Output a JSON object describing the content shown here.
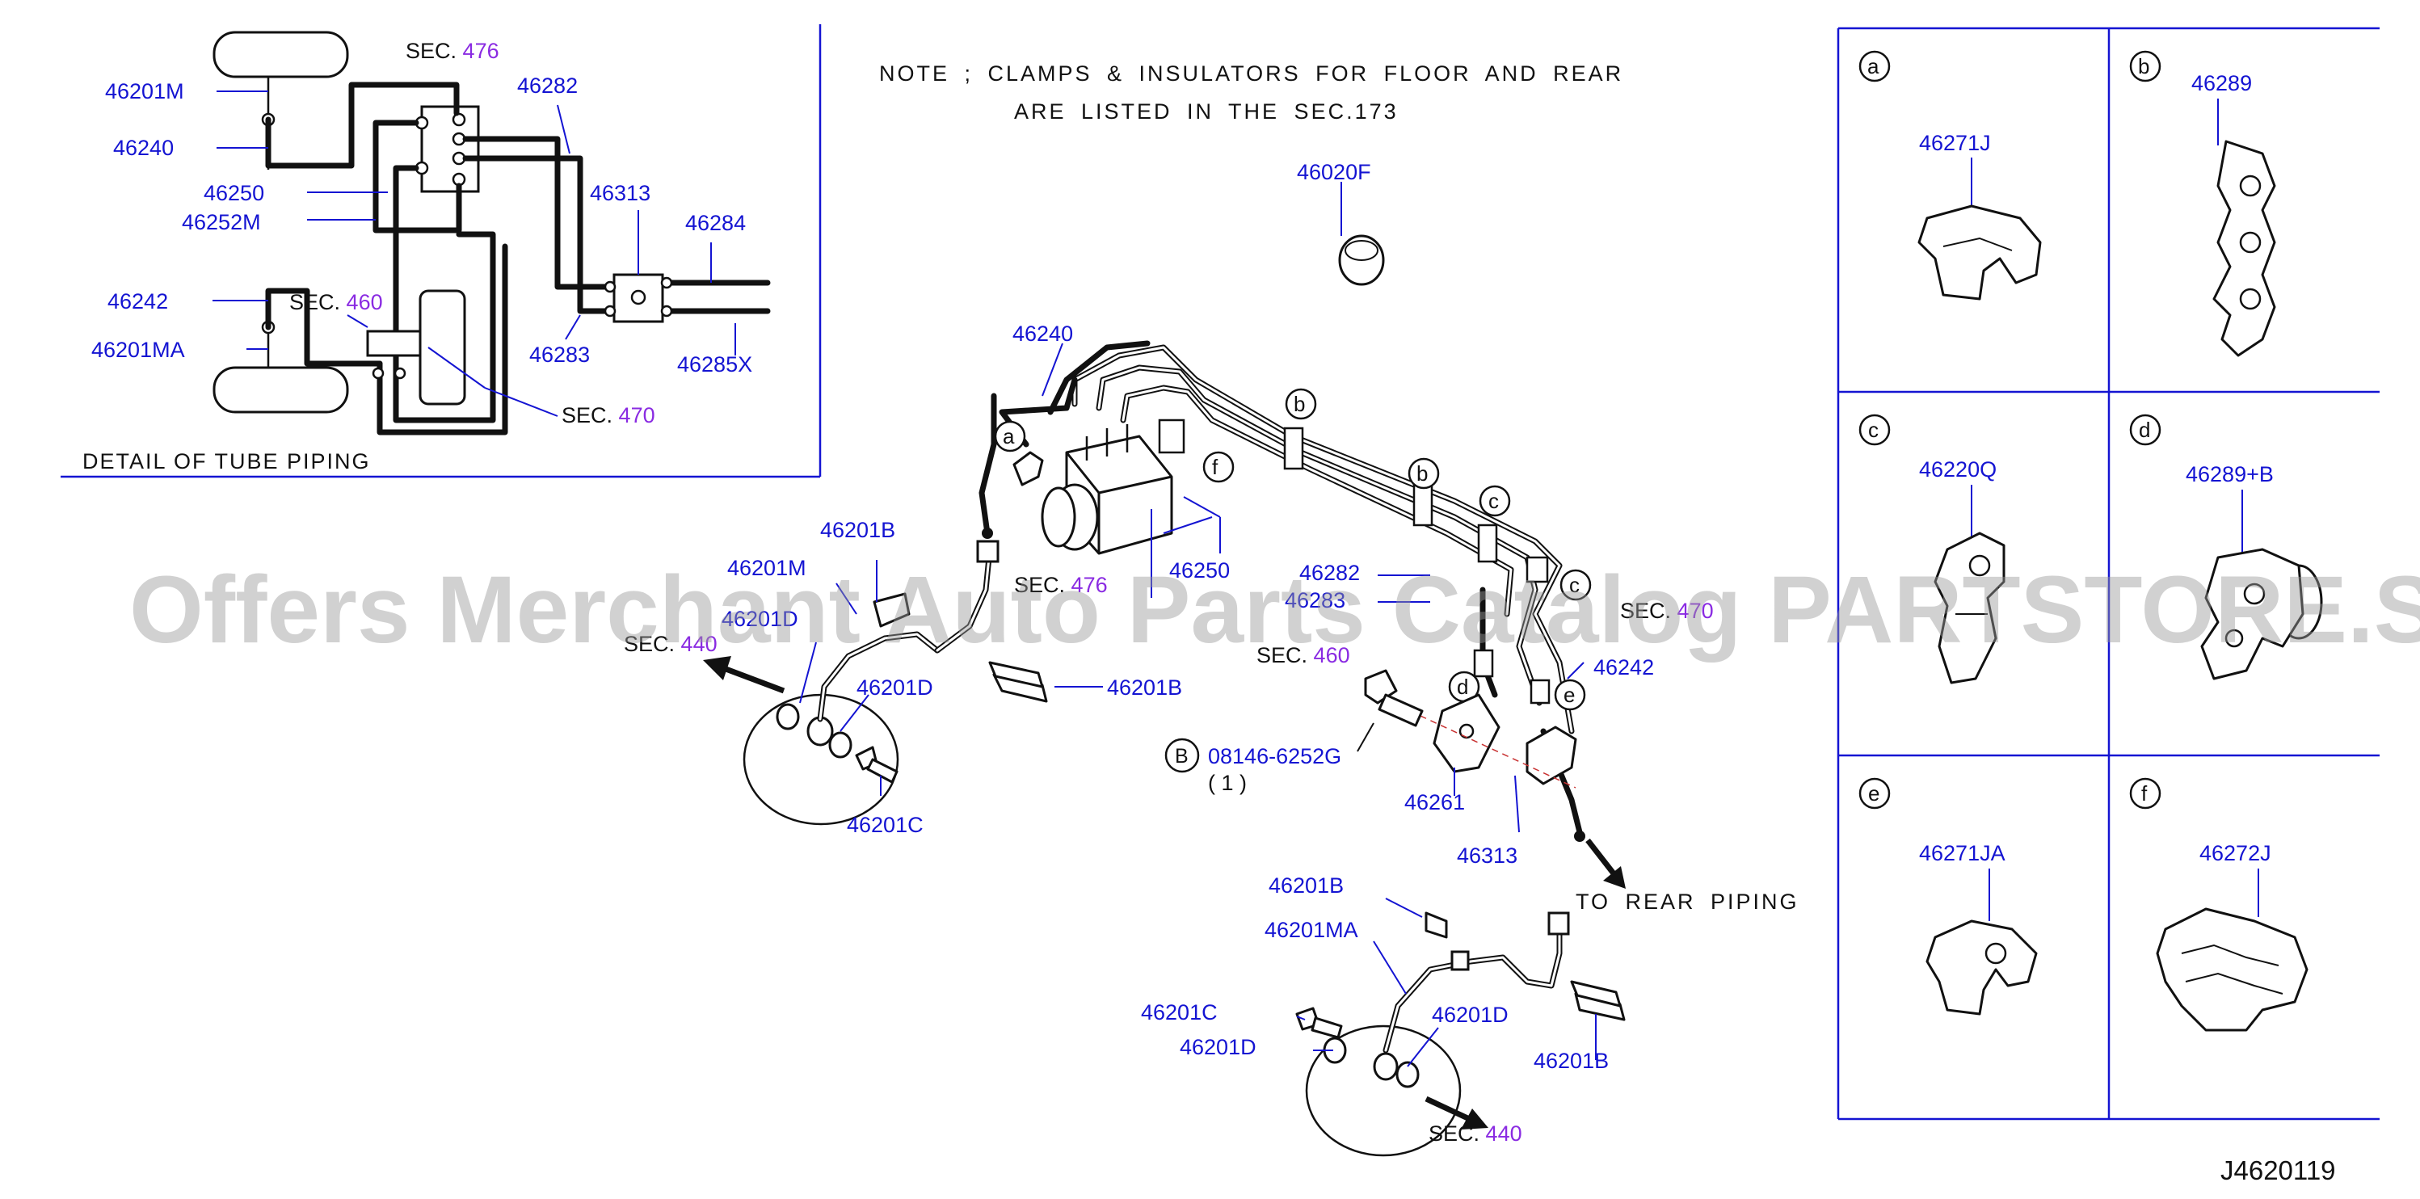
{
  "detail": {
    "caption": "DETAIL OF TUBE PIPING",
    "sec_label": "SEC.",
    "sec_476": "476",
    "sec_460": "460",
    "sec_470": "470",
    "parts": [
      "46201M",
      "46240",
      "46250",
      "46252M",
      "46242",
      "46201MA",
      "46282",
      "46313",
      "46284",
      "46283",
      "46285X"
    ]
  },
  "note": {
    "line1": "NOTE ; CLAMPS & INSULATORS FOR FLOOR AND REAR",
    "line2": "ARE LISTED IN THE SEC.173"
  },
  "main": {
    "sec_label": "SEC.",
    "sec_476": "476",
    "sec_440": "440",
    "sec_460": "460",
    "sec_470": "470",
    "bolt_circle": "B",
    "bolt_part": "08146-6252G",
    "bolt_qty": "( 1 )",
    "to_rear": "TO REAR PIPING",
    "parts": [
      "46020F",
      "46240",
      "46201B",
      "46201M",
      "46201D",
      "46201C",
      "46250",
      "46282",
      "46283",
      "46242",
      "46261",
      "46313",
      "46201B",
      "46201MA",
      "46201C",
      "46201D",
      "46201D",
      "46201B",
      "46201B",
      "46201D"
    ],
    "callouts": [
      "a",
      "b",
      "b",
      "c",
      "c",
      "d",
      "e",
      "f"
    ]
  },
  "clips": [
    {
      "letter": "a",
      "part": "46271J"
    },
    {
      "letter": "b",
      "part": "46289"
    },
    {
      "letter": "c",
      "part": "46220Q"
    },
    {
      "letter": "d",
      "part": "46289+B"
    },
    {
      "letter": "e",
      "part": "46271JA"
    },
    {
      "letter": "f",
      "part": "46272J"
    }
  ],
  "watermark": "Offers Merchant Auto Parts Catalog PARTSTORE.SA",
  "diagram_id": "J4620119"
}
